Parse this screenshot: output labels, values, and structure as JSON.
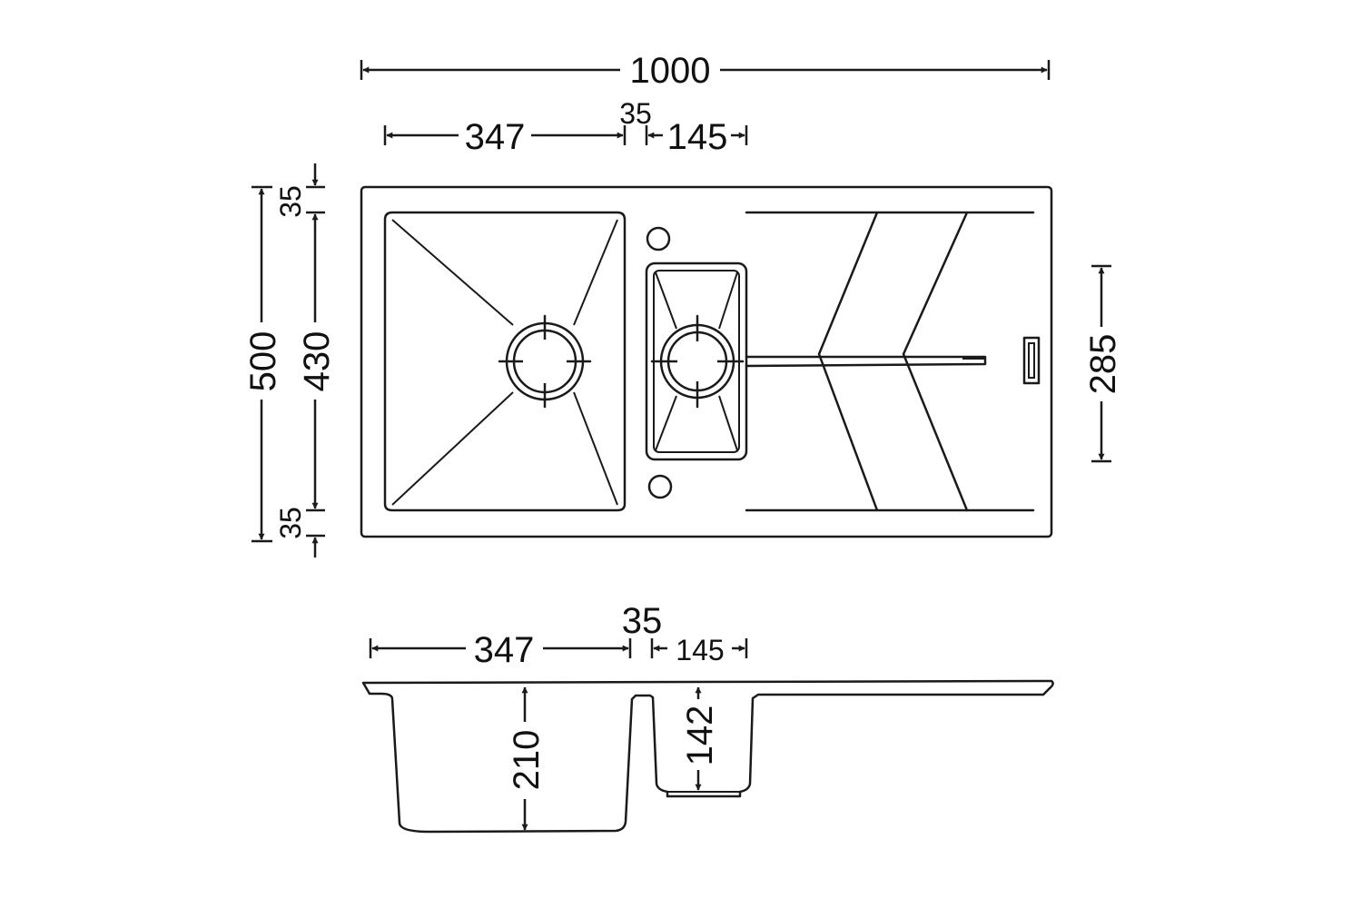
{
  "top_view": {
    "overall_width": "1000",
    "bowl_width": "347",
    "divider_width": "35",
    "small_bowl_width": "145",
    "overall_depth": "500",
    "bowl_depth": "430",
    "rim_top": "35",
    "rim_bottom": "35",
    "small_bowl_depth": "285"
  },
  "section_view": {
    "bowl_width": "347",
    "divider_width": "35",
    "small_bowl_width": "145",
    "bowl_height": "210",
    "small_bowl_height": "142"
  }
}
